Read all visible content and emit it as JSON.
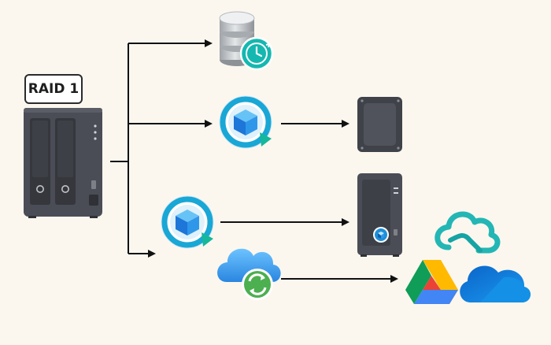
{
  "raid_label": "RAID 1",
  "colors": {
    "background": "#fbf7ef",
    "arrow": "#111111",
    "nas_body": "#4a4d55",
    "accent_teal": "#14b8b0",
    "accent_blue": "#1d76d8",
    "cloud_blue": "#3aa0f0",
    "sync_green": "#4caf50"
  },
  "nodes": {
    "source": "synology-ds-2bay-nas",
    "snapshot": "snapshot-replication-icon",
    "backup_top": "active-backup-icon",
    "drive": "external-drive",
    "backup_bottom": "hyper-backup-icon",
    "target_nas": "synology-1bay-nas",
    "cloud_sync": "cloud-sync-icon",
    "cloud_targets": [
      "synology-c2-icon",
      "google-drive-icon",
      "onedrive-icon"
    ]
  }
}
